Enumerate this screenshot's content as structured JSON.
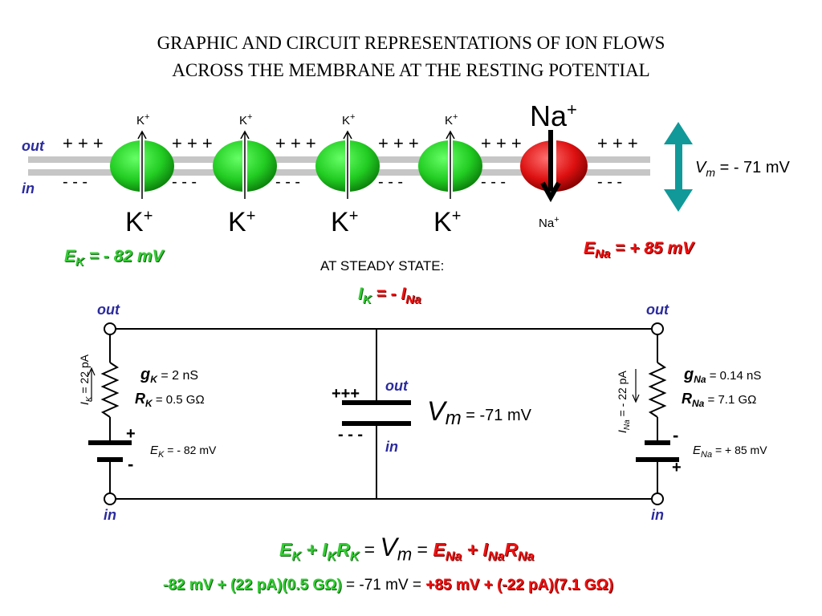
{
  "title": {
    "line1": "GRAPHIC AND CIRCUIT REPRESENTATIONS OF ION FLOWS",
    "line2": "ACROSS THE MEMBRANE AT THE RESTING POTENTIAL"
  },
  "membrane": {
    "out_label": "out",
    "in_label": "in",
    "plus_charges": "+ + +",
    "minus_charges": "-  -  -",
    "k_channel_small_label": "K",
    "k_channel_big_label": "K",
    "superscript_plus": "+",
    "na_channel_big_label": "Na",
    "na_channel_small_label": "Na",
    "vm_label": "V",
    "vm_sub": "m",
    "vm_value": "= - 71 mV"
  },
  "reversal": {
    "ek_main": "E",
    "ek_sub": "K",
    "ek_value": " = - 82 mV",
    "ena_main": "E",
    "ena_sub": "Na",
    "ena_value": " = + 85 mV"
  },
  "steady_state": {
    "heading": "AT STEADY STATE:",
    "i": "I",
    "ik_sub": "K",
    "eq": " = - ",
    "ina_sub": "Na"
  },
  "circuit": {
    "out": "out",
    "in": "in",
    "ik_label": "I",
    "ik_sub": "K",
    "ik_value": " =  22  pA",
    "ina_label": "I",
    "ina_sub": "Na",
    "ina_value": " =  - 22  pA",
    "gk": "g",
    "gk_sub": "K",
    "gk_value": " = 2 nS",
    "rk": "R",
    "rk_sub": "K",
    "rk_value": " =  0.5 GΩ",
    "ek": "E",
    "ek_sub": "K",
    "ek_value": " = - 82 mV",
    "gna": "g",
    "gna_sub": "Na",
    "gna_value": " = 0.14 nS",
    "rna": "R",
    "rna_sub": "Na",
    "rna_value": " =  7.1 GΩ",
    "ena": "E",
    "ena_sub": "Na",
    "ena_value": " = + 85 mV",
    "cap_plus": "+++",
    "cap_minus": "- - -",
    "cap_out": "out",
    "cap_in": "in",
    "vm": "V",
    "vm_sub": "m",
    "vm_value": " = -71 mV",
    "batt_plus": "+",
    "batt_minus": "-"
  },
  "equations": {
    "e": "E",
    "k": "K",
    "plus": " + ",
    "i": "I",
    "r": "R",
    "na": "Na",
    "eq_sign": " = ",
    "v": "V",
    "m": "m",
    "numeric_left": "-82 mV + (22 pA)(0.5 GΩ)",
    "numeric_mid": " = -71 mV = ",
    "numeric_right": "+85 mV + (-22 pA)(7.1 GΩ)"
  }
}
